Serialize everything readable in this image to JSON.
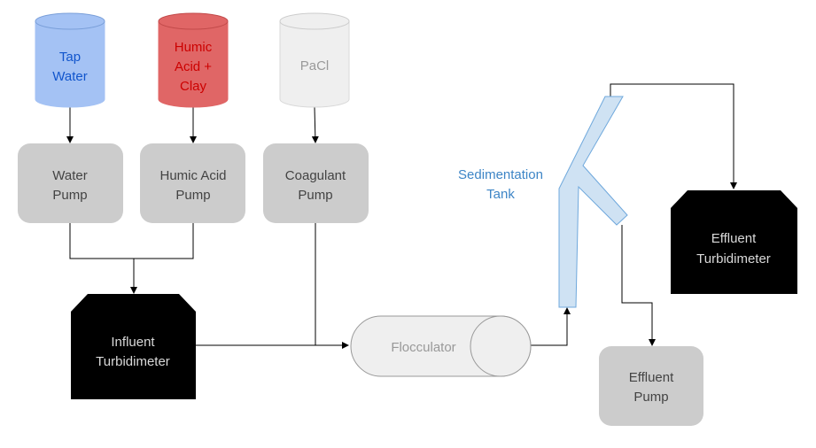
{
  "colors": {
    "tap_water_fill": "#a4c2f4",
    "tap_water_text": "#1155cc",
    "humic_fill": "#e06666",
    "humic_text": "#cc0000",
    "pacl_fill": "#efefef",
    "pacl_text": "#999999",
    "pump_fill": "#cccccc",
    "pump_text": "#434343",
    "turbidimeter_fill": "#000000",
    "turbidimeter_text": "#d9d9d9",
    "flocculator_fill": "#efefef",
    "flocculator_text": "#999999",
    "tank_fill": "#cfe2f3",
    "tank_stroke": "#6fa8dc",
    "tank_label": "#3d85c6",
    "line": "#000000"
  },
  "nodes": {
    "tap_water": {
      "line1": "Tap",
      "line2": "Water"
    },
    "humic_clay": {
      "line1": "Humic",
      "line2": "Acid +",
      "line3": "Clay"
    },
    "pacl": {
      "line1": "PaCl"
    },
    "water_pump": {
      "line1": "Water",
      "line2": "Pump"
    },
    "humic_pump": {
      "line1": "Humic Acid",
      "line2": "Pump"
    },
    "coagulant_pump": {
      "line1": "Coagulant",
      "line2": "Pump"
    },
    "influent_turbidimeter": {
      "line1": "Influent",
      "line2": "Turbidimeter"
    },
    "flocculator": {
      "line1": "Flocculator"
    },
    "sedimentation_tank": {
      "line1": "Sedimentation",
      "line2": "Tank"
    },
    "effluent_pump": {
      "line1": "Effluent",
      "line2": "Pump"
    },
    "effluent_turbidimeter": {
      "line1": "Effluent",
      "line2": "Turbidimeter"
    }
  }
}
